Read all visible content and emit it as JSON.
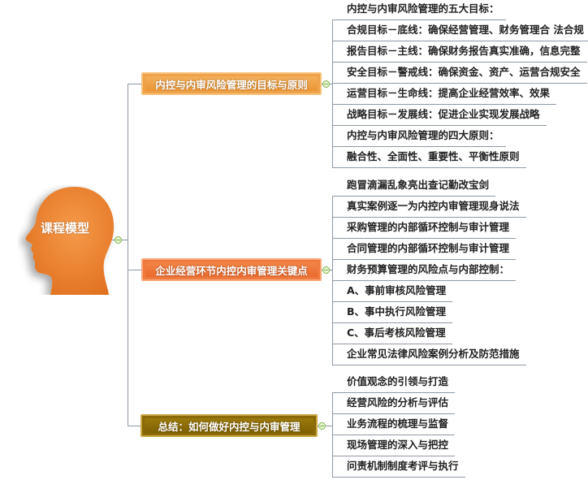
{
  "central": {
    "label": "课程模型",
    "color": "#ef7f2e"
  },
  "branches": [
    {
      "label": "内控与内审风险管理的目标与原则",
      "color": "#eea24a",
      "items": [
        "内控与内审风险管理的五大目标：",
        "合规目标－底线：确保经营管理、财务管理合 法合规",
        "报告目标－主线：确保财务报告真实准确，信息完整",
        "安全目标－警戒线：确保资金、资产、运营合规安全",
        "运营目标－生命线：提高企业经营效率、效果",
        "战略目标－发展线：促进企业实现发展战略",
        "内控与内审风险管理的四大原则：",
        "融合性、全面性、重要性、平衡性原则"
      ]
    },
    {
      "label": "企业经营环节内控内审管理关键点",
      "color": "#ef7a3e",
      "items": [
        "跑冒滴漏乱象亮出查记勤改宝剑",
        "真实案例逐一为内控内审管理现身说法",
        "采购管理的内部循环控制与审计管理",
        "合同管理的内部循环控制与审计管理",
        "财务预算管理的风险点与内部控制：",
        "A、事前审核风险管理",
        "B、事中执行风险管理",
        "C、事后考核风险管理",
        "企业常见法律风险案例分析及防范措施"
      ]
    },
    {
      "label": "总结：如何做好内控与内审管理",
      "color": "#8a6a08",
      "items": [
        "价值观念的引领与打造",
        "经营风险的分析与评估",
        "业务流程的梳理与监督",
        "现场管理的深入与把控",
        "问责机制制度考评与执行"
      ]
    }
  ]
}
